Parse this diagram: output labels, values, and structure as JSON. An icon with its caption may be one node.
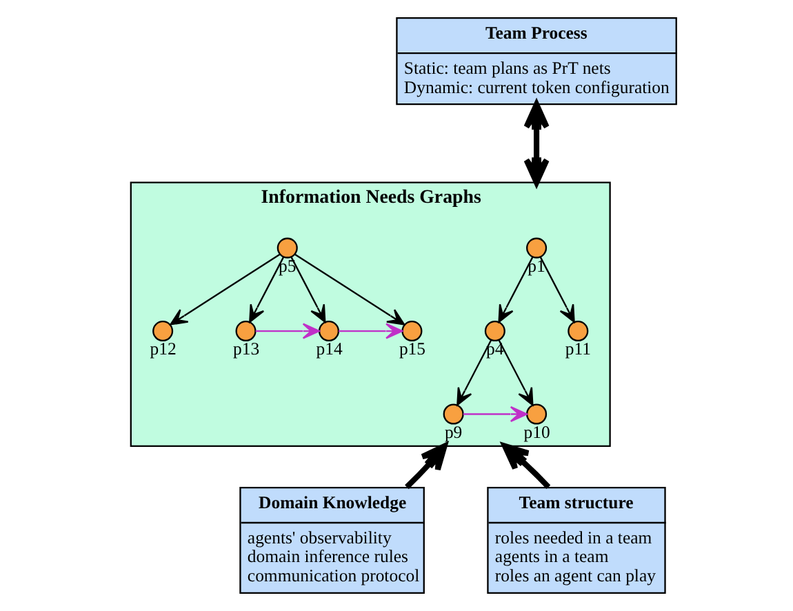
{
  "diagram": {
    "nodes": [
      {
        "text": [
          "Team Process",
          "Static: team plans as PrT nets",
          "Dynamic: current token configuration"
        ]
      },
      {
        "text": [
          "Information Needs Graphs"
        ]
      },
      {
        "text": [],
        "shape": "circle",
        "beside": [
          "p1"
        ],
        "in": 1
      },
      {
        "text": [],
        "shape": "circle",
        "beside": [
          "p4"
        ],
        "in": 1
      },
      {
        "text": [],
        "shape": "circle",
        "beside": [
          "p9"
        ],
        "in": 1
      },
      {
        "text": [],
        "shape": "circle",
        "beside": [
          "p10"
        ],
        "in": 1
      },
      {
        "text": [],
        "shape": "circle",
        "beside": [
          "p11"
        ],
        "in": 1
      },
      {
        "text": [],
        "shape": "circle",
        "beside": [
          "p5"
        ],
        "in": 1
      },
      {
        "text": [],
        "shape": "circle",
        "beside": [
          "p12"
        ],
        "in": 1
      },
      {
        "text": [],
        "shape": "circle",
        "beside": [
          "p13"
        ],
        "in": 1
      },
      {
        "text": [],
        "shape": "circle",
        "beside": [
          "p14"
        ],
        "in": 1
      },
      {
        "text": [],
        "shape": "circle",
        "beside": [
          "p15"
        ],
        "in": 1
      },
      {
        "text": [
          "Domain Knowledge",
          "agents' observability",
          "domain inference rules",
          "communication protocol"
        ]
      },
      {
        "text": [
          "Team structure",
          "roles needed in a team",
          "agents in a team",
          "roles an agent can play"
        ]
      }
    ],
    "edges": [
      {
        "from": 0,
        "to": 1,
        "arrow": "both",
        "style": "thick"
      },
      {
        "from": 2,
        "to": 3,
        "arrow": "to"
      },
      {
        "from": 2,
        "to": 6,
        "arrow": "to"
      },
      {
        "from": 3,
        "to": 4,
        "arrow": "to"
      },
      {
        "from": 3,
        "to": 5,
        "arrow": "to"
      },
      {
        "from": 4,
        "to": 5,
        "arrow": "to",
        "color": "#c030c8"
      },
      {
        "from": 7,
        "to": 8,
        "arrow": "to"
      },
      {
        "from": 7,
        "to": 9,
        "arrow": "to"
      },
      {
        "from": 7,
        "to": 10,
        "arrow": "to"
      },
      {
        "from": 7,
        "to": 11,
        "arrow": "to"
      },
      {
        "from": 9,
        "to": 10,
        "arrow": "to",
        "color": "#c030c8"
      },
      {
        "from": 10,
        "to": 11,
        "arrow": "to",
        "color": "#c030c8"
      },
      {
        "from": 12,
        "to": 1,
        "arrow": "to",
        "style": "thick"
      },
      {
        "from": 13,
        "to": 1,
        "arrow": "to",
        "style": "thick"
      }
    ]
  }
}
